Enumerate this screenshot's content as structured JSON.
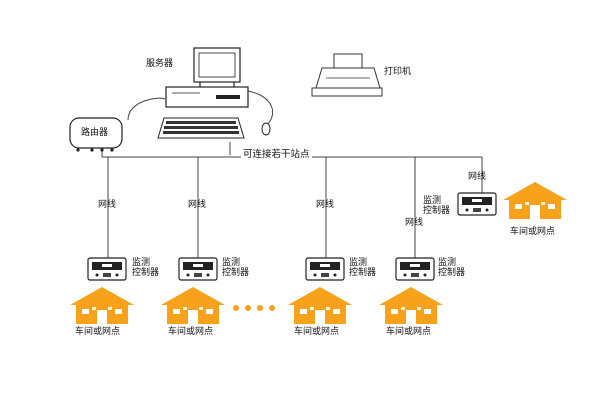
{
  "labels": {
    "server": "服务器",
    "printer": "打印机",
    "router": "路由器",
    "bus": "可连接若干站点",
    "network": "网线",
    "controller_line1": "监测",
    "controller_line2": "控制器",
    "workshop": "车间或网点"
  },
  "colors": {
    "house": "#f7a21a",
    "house_dark": "#e48a0c",
    "line": "#444444",
    "device": "#222222"
  }
}
